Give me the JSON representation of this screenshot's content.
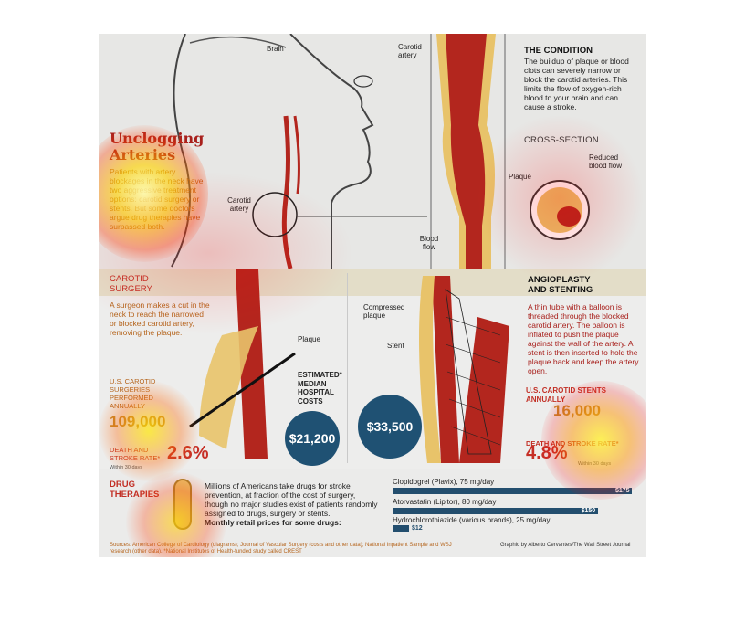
{
  "top": {
    "brain_label": "Brain",
    "carotid_label_top": "Carotid artery",
    "carotid_label_left": "Carotid artery",
    "blood_flow_label": "Blood flow",
    "condition_title": "THE CONDITION",
    "condition_text": "The buildup of plaque or blood clots can severely narrow or block the carotid arteries. This limits the flow of oxygen-rich blood to your brain and can cause a stroke.",
    "cross_section_title": "CROSS-SECTION",
    "plaque_label": "Plaque",
    "reduced_flow_label": "Reduced blood flow"
  },
  "intro": {
    "title_line1": "Unclogging",
    "title_line2": "Arteries",
    "text": "Patients with artery blockages in the neck have two aggressive treatment options: carotid surgery or stents. But some doctors argue drug therapies have surpassed both."
  },
  "surgery": {
    "title_line1": "CAROTID",
    "title_line2": "SURGERY",
    "text": "A surgeon makes a cut in the neck to reach the narrowed or blocked carotid artery, removing the plaque.",
    "plaque_label": "Plaque",
    "count_label": "U.S. CAROTID SURGERIES PERFORMED ANNUALLY",
    "count_value": "109,000",
    "rate_label": "DEATH AND STROKE RATE*",
    "rate_note": "Within 30 days",
    "rate_value": "2.6%"
  },
  "costs": {
    "title": "ESTIMATED* MEDIAN HOSPITAL COSTS",
    "surgery_cost": "$21,200",
    "stent_cost": "$33,500"
  },
  "stenting": {
    "title_line1": "ANGIOPLASTY",
    "title_line2": "AND STENTING",
    "text": "A thin tube with a balloon is threaded through the blocked carotid artery. The balloon is inflated to push the plaque against the wall of the artery. A stent is then inserted to hold the plaque back and keep the artery open.",
    "compressed_label": "Compressed plaque",
    "stent_label": "Stent",
    "count_label": "U.S. CAROTID STENTS ANNUALLY",
    "count_value": "16,000",
    "rate_label": "DEATH AND STROKE RATE*",
    "rate_note": "Within 30 days",
    "rate_value": "4.8%"
  },
  "drugs": {
    "title_line1": "DRUG",
    "title_line2": "THERAPIES",
    "text": "Millions of Americans take drugs for stroke prevention, at fraction of the cost of surgery, though no major studies exist of patients randomly assigned to drugs, surgery or stents.",
    "text_bold": "Monthly retail prices for some drugs:",
    "items": [
      {
        "label": "Clopidogrel (Plavix), 75 mg/day",
        "price": "$175",
        "value": 175
      },
      {
        "label": "Atorvastatin (Lipitor), 80 mg/day",
        "price": "$150",
        "value": 150
      },
      {
        "label": "Hydrochlorothiazide (various brands), 25 mg/day",
        "price": "$12",
        "value": 12
      }
    ]
  },
  "footer": {
    "sources": "Sources: American College of Cardiology (diagrams); Journal of Vascular Surgery (costs and other data); National Inpatient Sample and WSJ research (other data). *National Institutes of Health-funded study called CREST",
    "credit": "Graphic by Alberto Cervantes/The Wall Street Journal"
  },
  "colors": {
    "artery_red": "#b3261e",
    "plaque_yellow": "#e8c36a",
    "cost_blue": "#1f5173",
    "accent_red": "#c62f26"
  }
}
